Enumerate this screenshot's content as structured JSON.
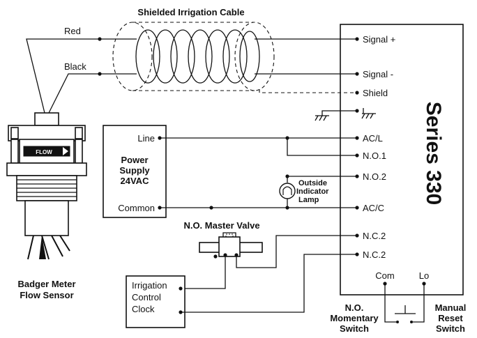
{
  "cable": {
    "title": "Shielded Irrigation Cable",
    "red": "Red",
    "black": "Black"
  },
  "controller": {
    "name": "Series 330",
    "terminals": [
      "Signal +",
      "Signal -",
      "Shield",
      "AC/L",
      "N.O.1",
      "N.O.2",
      "AC/C",
      "N.C.2",
      "N.C.2"
    ],
    "com": "Com",
    "lo": "Lo"
  },
  "power_supply": {
    "title_lines": [
      "Power",
      "Supply",
      "24VAC"
    ],
    "line": "Line",
    "common": "Common"
  },
  "lamp": {
    "lines": [
      "Outside",
      "Indicator",
      "Lamp"
    ]
  },
  "valve": {
    "title": "N.O. Master Valve"
  },
  "clock": {
    "lines": [
      "Irrigation",
      "Control",
      "Clock"
    ]
  },
  "sensor": {
    "flow": "FLOW",
    "lines": [
      "Badger Meter",
      "Flow Sensor"
    ]
  },
  "momentary_switch": {
    "lines": [
      "N.O.",
      "Momentary",
      "Switch"
    ]
  },
  "manual_reset": {
    "lines": [
      "Manual",
      "Reset",
      "Switch"
    ]
  }
}
